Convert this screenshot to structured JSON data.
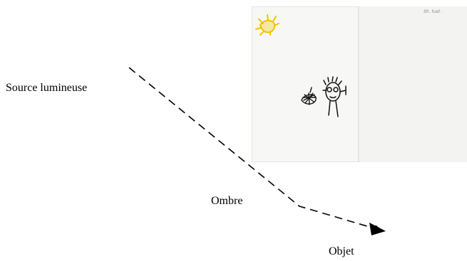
{
  "labels": {
    "source": "Source lumineuse",
    "ombre": "Ombre",
    "objet": "Objet"
  },
  "drawing": {
    "signature": "Sh. tuel ."
  },
  "colors": {
    "sun": "#f2c400",
    "ink": "#111111",
    "arrow": "#000000"
  }
}
